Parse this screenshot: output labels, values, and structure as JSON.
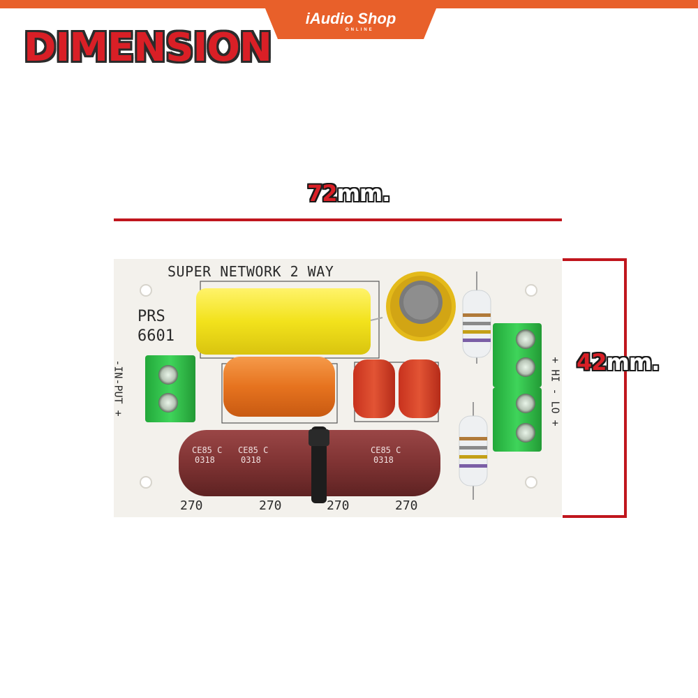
{
  "brand": {
    "name": "iAudio Shop",
    "tagline": "ONLINE",
    "color": "#e8602a"
  },
  "heading": "DIMENSION",
  "width_label": {
    "number": "72",
    "unit": "mm."
  },
  "height_label": {
    "number": "42",
    "unit": "mm."
  },
  "board": {
    "title": "SUPER NETWORK 2 WAY",
    "model_line1": "PRS",
    "model_line2": "6601",
    "input_label": "-IN-PUT +",
    "output_label": "+ HI - LO +",
    "cap_codes": [
      "CE85 C",
      "0318"
    ],
    "cap_values": [
      "270",
      "270",
      "270",
      "270"
    ]
  },
  "colors": {
    "accent_red": "#d91f26",
    "dim_line": "#c0161d",
    "terminal_green": "#2fc34a"
  }
}
